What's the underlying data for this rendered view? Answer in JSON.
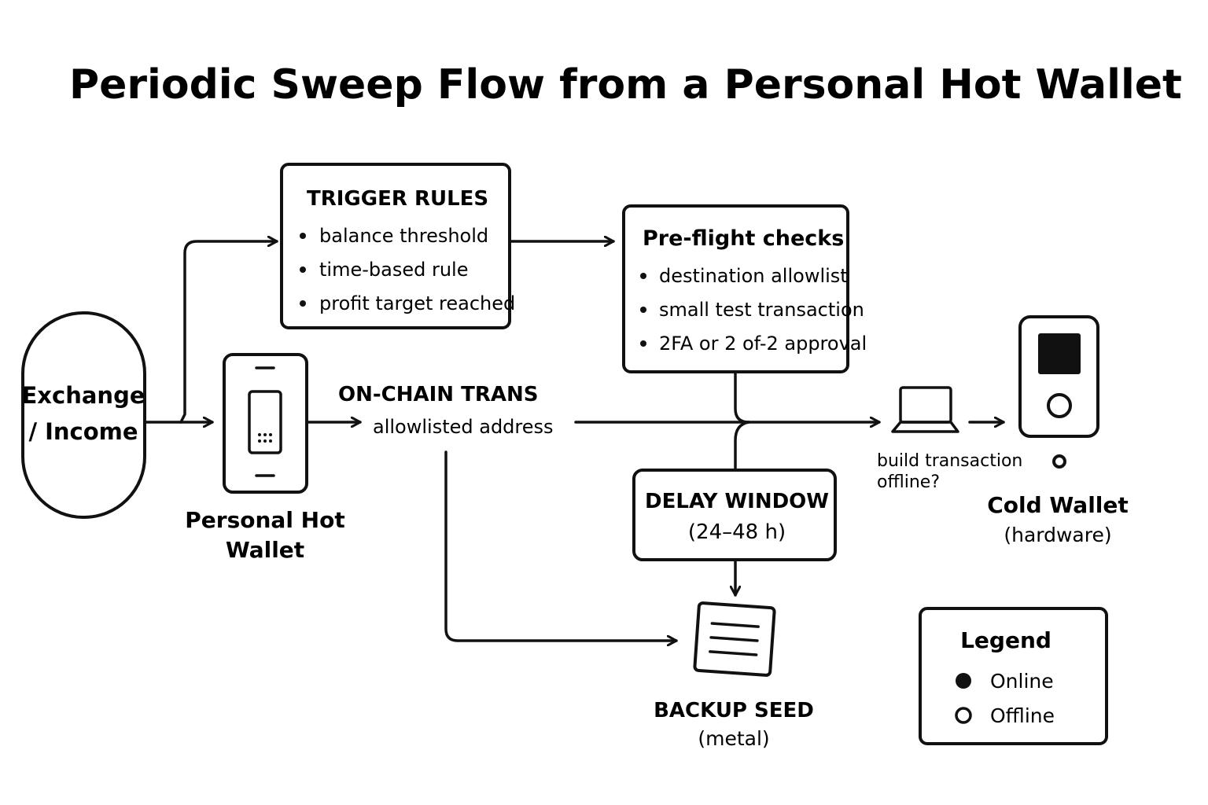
{
  "title": "Periodic Sweep Flow from a Personal Hot Wallet",
  "exchange": {
    "line1": "Exchange",
    "line2": "/ Income"
  },
  "hot_wallet": {
    "line1": "Personal Hot",
    "line2": "Wallet"
  },
  "trigger_rules": {
    "heading": "TRIGGER RULES",
    "items": [
      "balance threshold",
      "time-based rule",
      "profit target reached"
    ]
  },
  "preflight": {
    "heading": "Pre-flight checks",
    "items": [
      "destination allowlist",
      "small test transaction",
      "2FA or 2 of-2 approval"
    ]
  },
  "onchain": {
    "heading": "ON-CHAIN TRANS",
    "sub": "allowlisted address"
  },
  "offline_build": {
    "line1": "build transaction",
    "line2": "offline?"
  },
  "cold_wallet": {
    "heading": "Cold Wallet",
    "sub": "(hardware)"
  },
  "delay": {
    "heading": "DELAY WINDOW",
    "sub": "(24–48 h)"
  },
  "backup": {
    "heading": "BACKUP SEED",
    "sub": "(metal)"
  },
  "legend": {
    "heading": "Legend",
    "online": "Online",
    "offline": "Offline"
  }
}
